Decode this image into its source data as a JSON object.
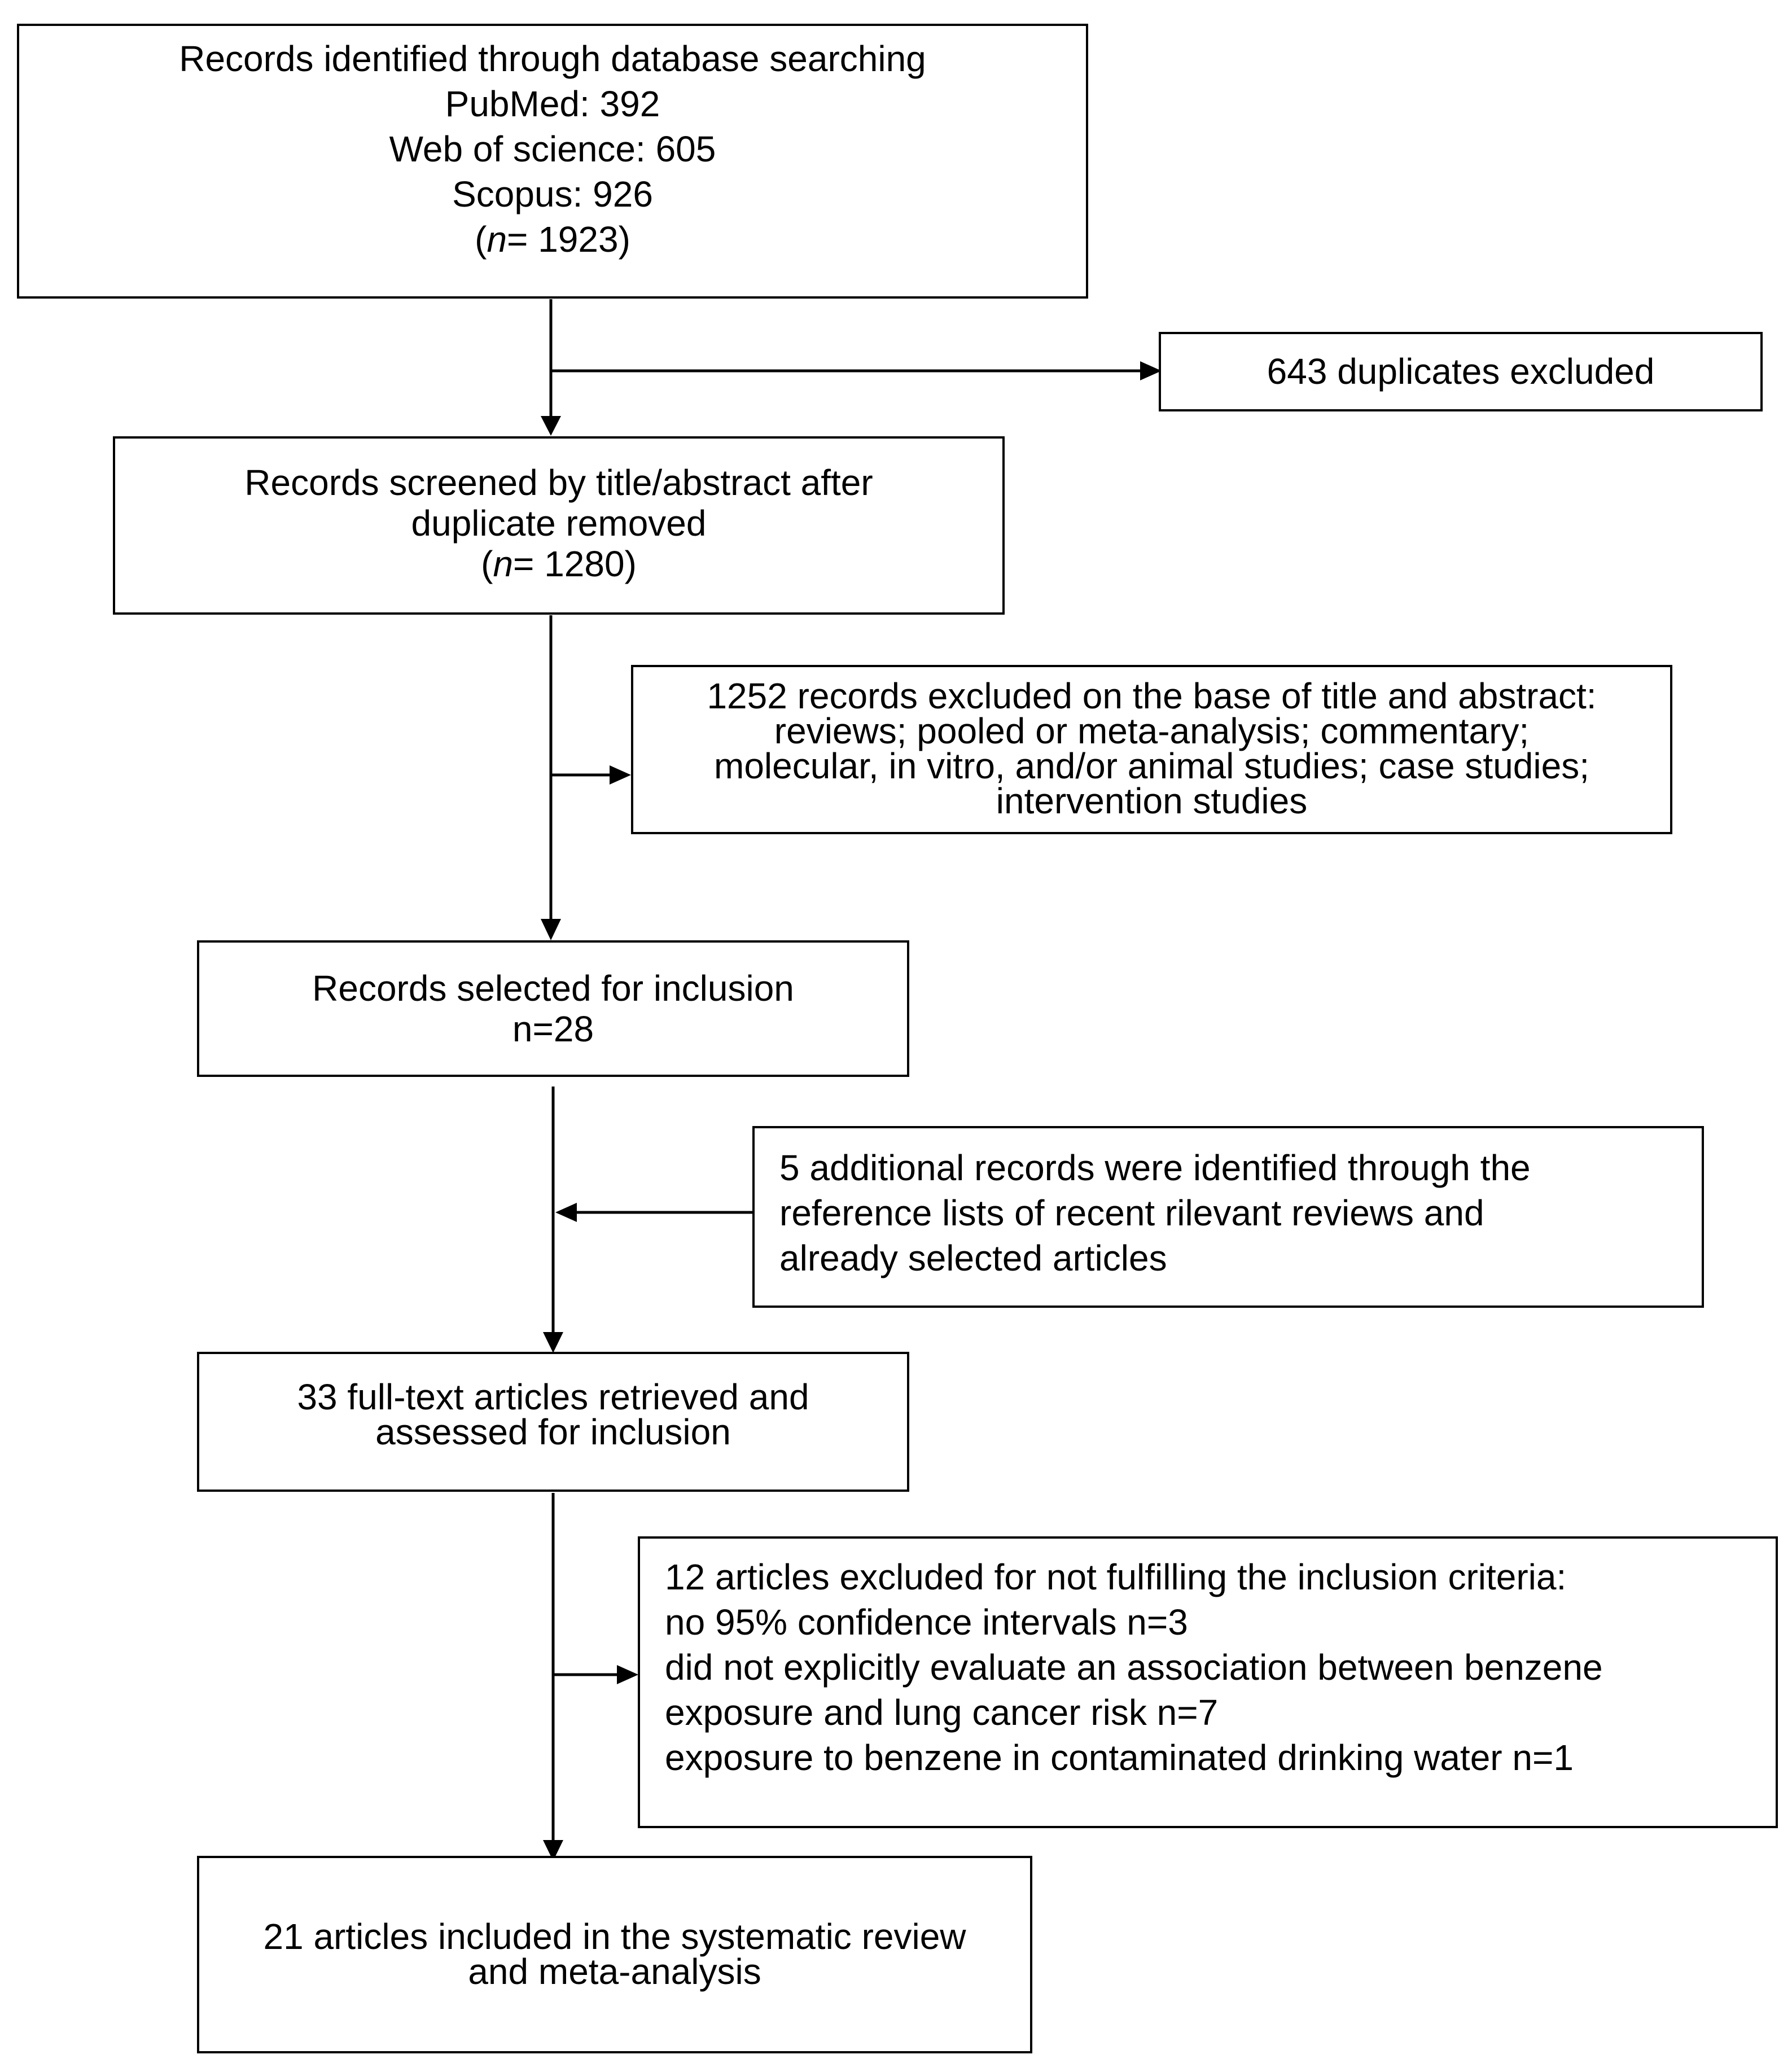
{
  "colors": {
    "stroke": "#000000",
    "background": "#ffffff"
  },
  "boxes": {
    "identified": {
      "lines": [
        "Records identified through database searching",
        "PubMed: 392",
        "Web of science: 605",
        "Scopus: 926"
      ],
      "n_prefix": "(",
      "n_symbol": "n",
      "n_value": "= 1923)"
    },
    "duplicates": {
      "text": "643 duplicates excluded"
    },
    "screened": {
      "lines": [
        "Records screened by title/abstract after",
        "duplicate removed"
      ],
      "n_prefix": "(",
      "n_symbol": "n",
      "n_value": "= 1280)"
    },
    "excluded_abstract": {
      "lines": [
        "1252 records excluded on the base of title and abstract:",
        "reviews; pooled or meta-analysis; commentary;",
        "molecular, in vitro, and/or animal studies; case studies;",
        "intervention studies"
      ]
    },
    "selected": {
      "lines": [
        "Records selected for inclusion",
        "n=28"
      ]
    },
    "additional": {
      "lines": [
        "5 additional records were identified through the",
        "reference lists of recent rilevant reviews and",
        "already selected articles"
      ]
    },
    "fulltext": {
      "lines": [
        "33 full-text articles retrieved and",
        "assessed for inclusion"
      ]
    },
    "excluded_criteria": {
      "lines": [
        "12 articles excluded for not fulfilling the inclusion criteria:",
        "no 95% confidence intervals n=3",
        "did not explicitly evaluate an association between benzene",
        "exposure and lung cancer risk n=7",
        "exposure to benzene in contaminated drinking water n=1"
      ]
    },
    "included": {
      "lines": [
        "21 articles included in the systematic review",
        "and meta-analysis"
      ]
    }
  }
}
